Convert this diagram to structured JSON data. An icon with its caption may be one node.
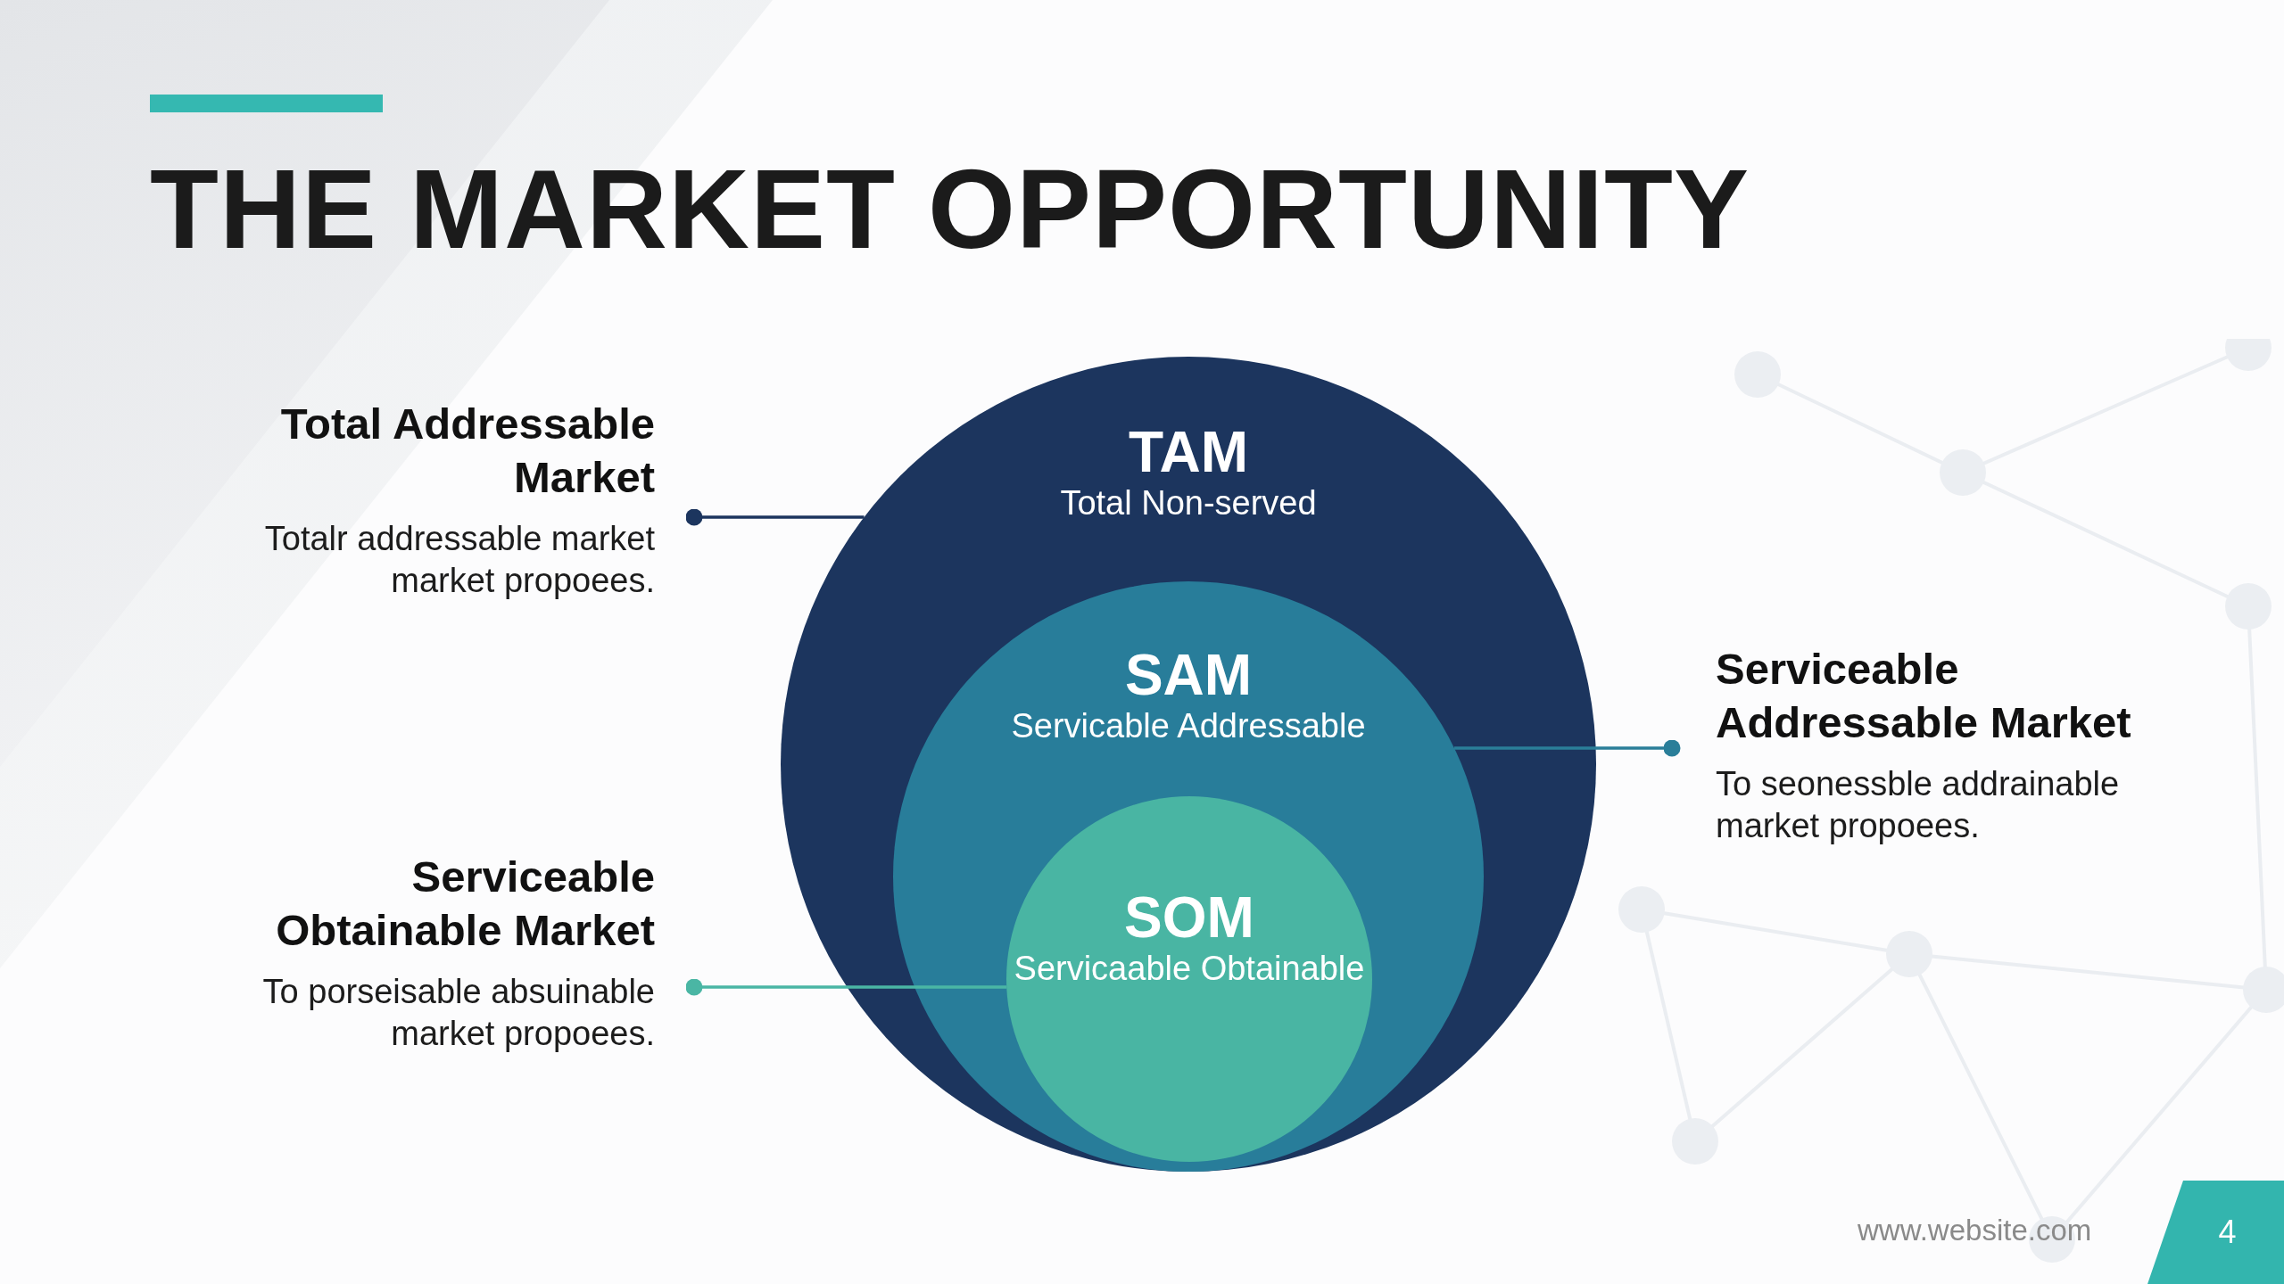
{
  "diagram": {
    "title": "THE MARKET OPPORTUNITY",
    "nodes": [
      {
        "text": [
          "Total Addressable Market",
          "Totalr addressable market market propoees."
        ]
      },
      {
        "text": [
          "TAM",
          "Total Non-served"
        ]
      },
      {
        "text": [
          "SAM",
          "Servicable Addressable"
        ],
        "in": 1
      },
      {
        "text": [
          "SOM",
          "Servicaable Obtainable"
        ],
        "in": 2
      },
      {
        "text": [
          "Serviceable Addressable Market",
          "To seonessble addrainable market propoees."
        ]
      },
      {
        "text": [
          "Serviceable Obtainable Market",
          "To porseisable absuinable market propoees."
        ]
      },
      {
        "text": [
          "4"
        ]
      }
    ],
    "edges": [
      {
        "from": 0,
        "to": 1,
        "arrow": "other",
        "color": "#1c355e"
      },
      {
        "from": 4,
        "to": 2,
        "arrow": "other",
        "color": "#2a7e99"
      },
      {
        "from": 5,
        "to": 3,
        "arrow": "other",
        "color": "#4ab6a4"
      }
    ],
    "labels": [
      "www.website.com"
    ]
  }
}
